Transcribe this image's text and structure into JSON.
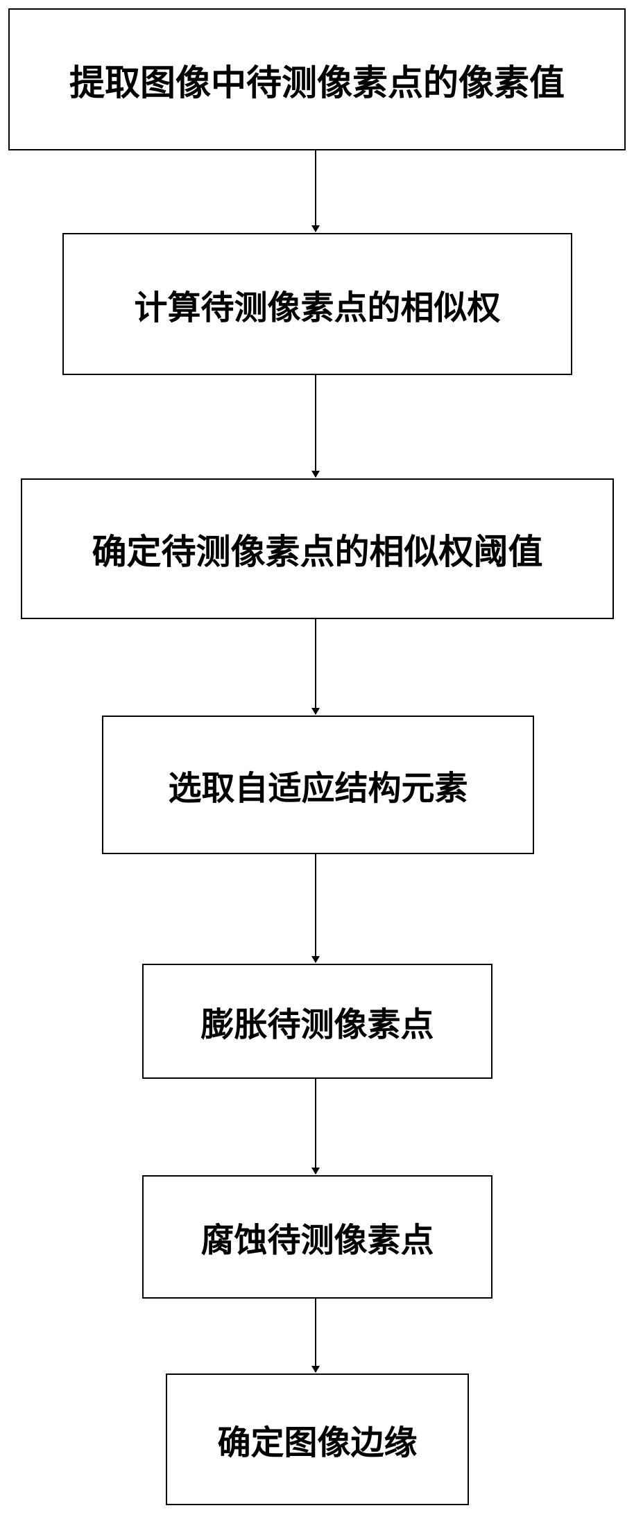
{
  "flowchart": {
    "steps": [
      {
        "label": "提取图像中待测像素点的像素值"
      },
      {
        "label": "计算待测像素点的相似权"
      },
      {
        "label": "确定待测像素点的相似权阈值"
      },
      {
        "label": "选取自适应结构元素"
      },
      {
        "label": "膨胀待测像素点"
      },
      {
        "label": "腐蚀待测像素点"
      },
      {
        "label": "确定图像边缘"
      }
    ]
  },
  "colors": {
    "stroke": "#000000",
    "background": "#ffffff",
    "text": "#000000"
  }
}
